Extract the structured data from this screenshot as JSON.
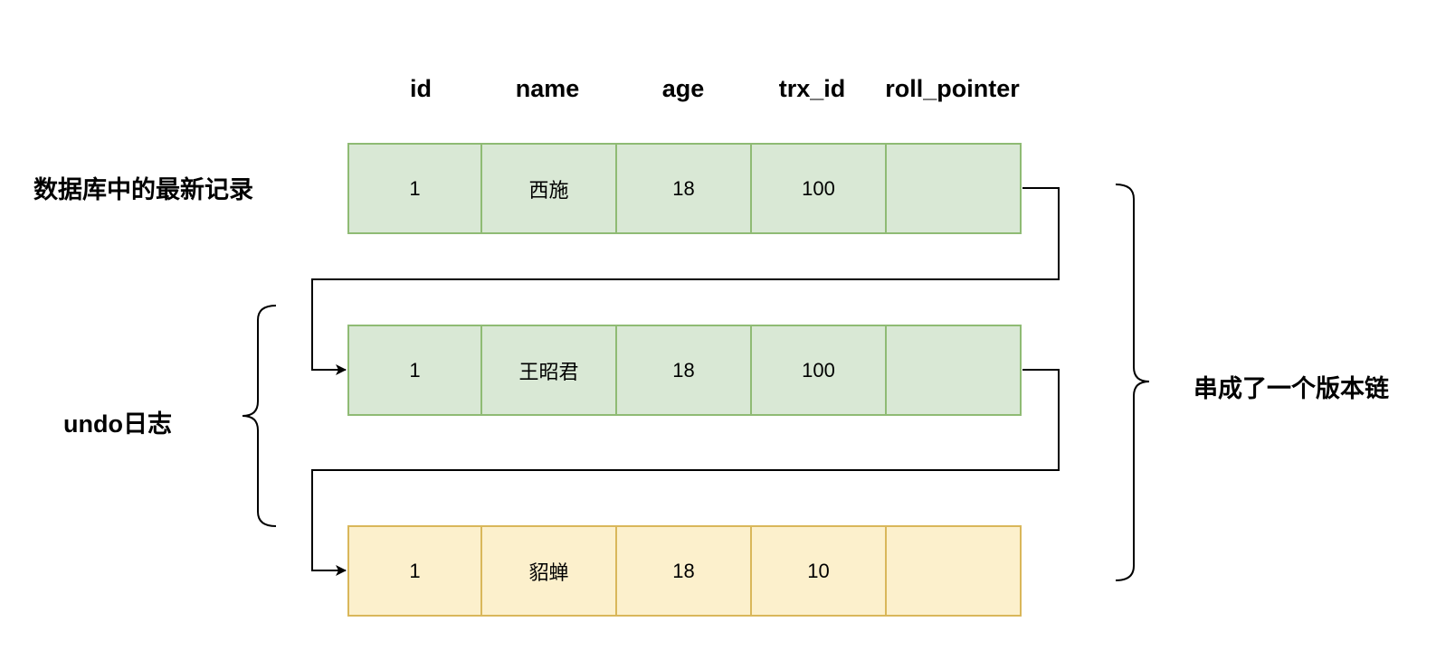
{
  "columns": [
    "id",
    "name",
    "age",
    "trx_id",
    "roll_pointer"
  ],
  "rows": [
    {
      "label": "数据库中的最新记录",
      "color": "green",
      "cells": [
        "1",
        "西施",
        "18",
        "100",
        ""
      ]
    },
    {
      "label": "",
      "color": "green",
      "cells": [
        "1",
        "王昭君",
        "18",
        "100",
        ""
      ]
    },
    {
      "label": "",
      "color": "yellow",
      "cells": [
        "1",
        "貂蝉",
        "18",
        "10",
        ""
      ]
    }
  ],
  "labels": {
    "latest_record": "数据库中的最新记录",
    "undo_log": "undo日志",
    "version_chain": "串成了一个版本链"
  },
  "colors": {
    "green_fill": "#d9e8d5",
    "green_border": "#8fbb74",
    "yellow_fill": "#fcf0cc",
    "yellow_border": "#d9b75a"
  }
}
